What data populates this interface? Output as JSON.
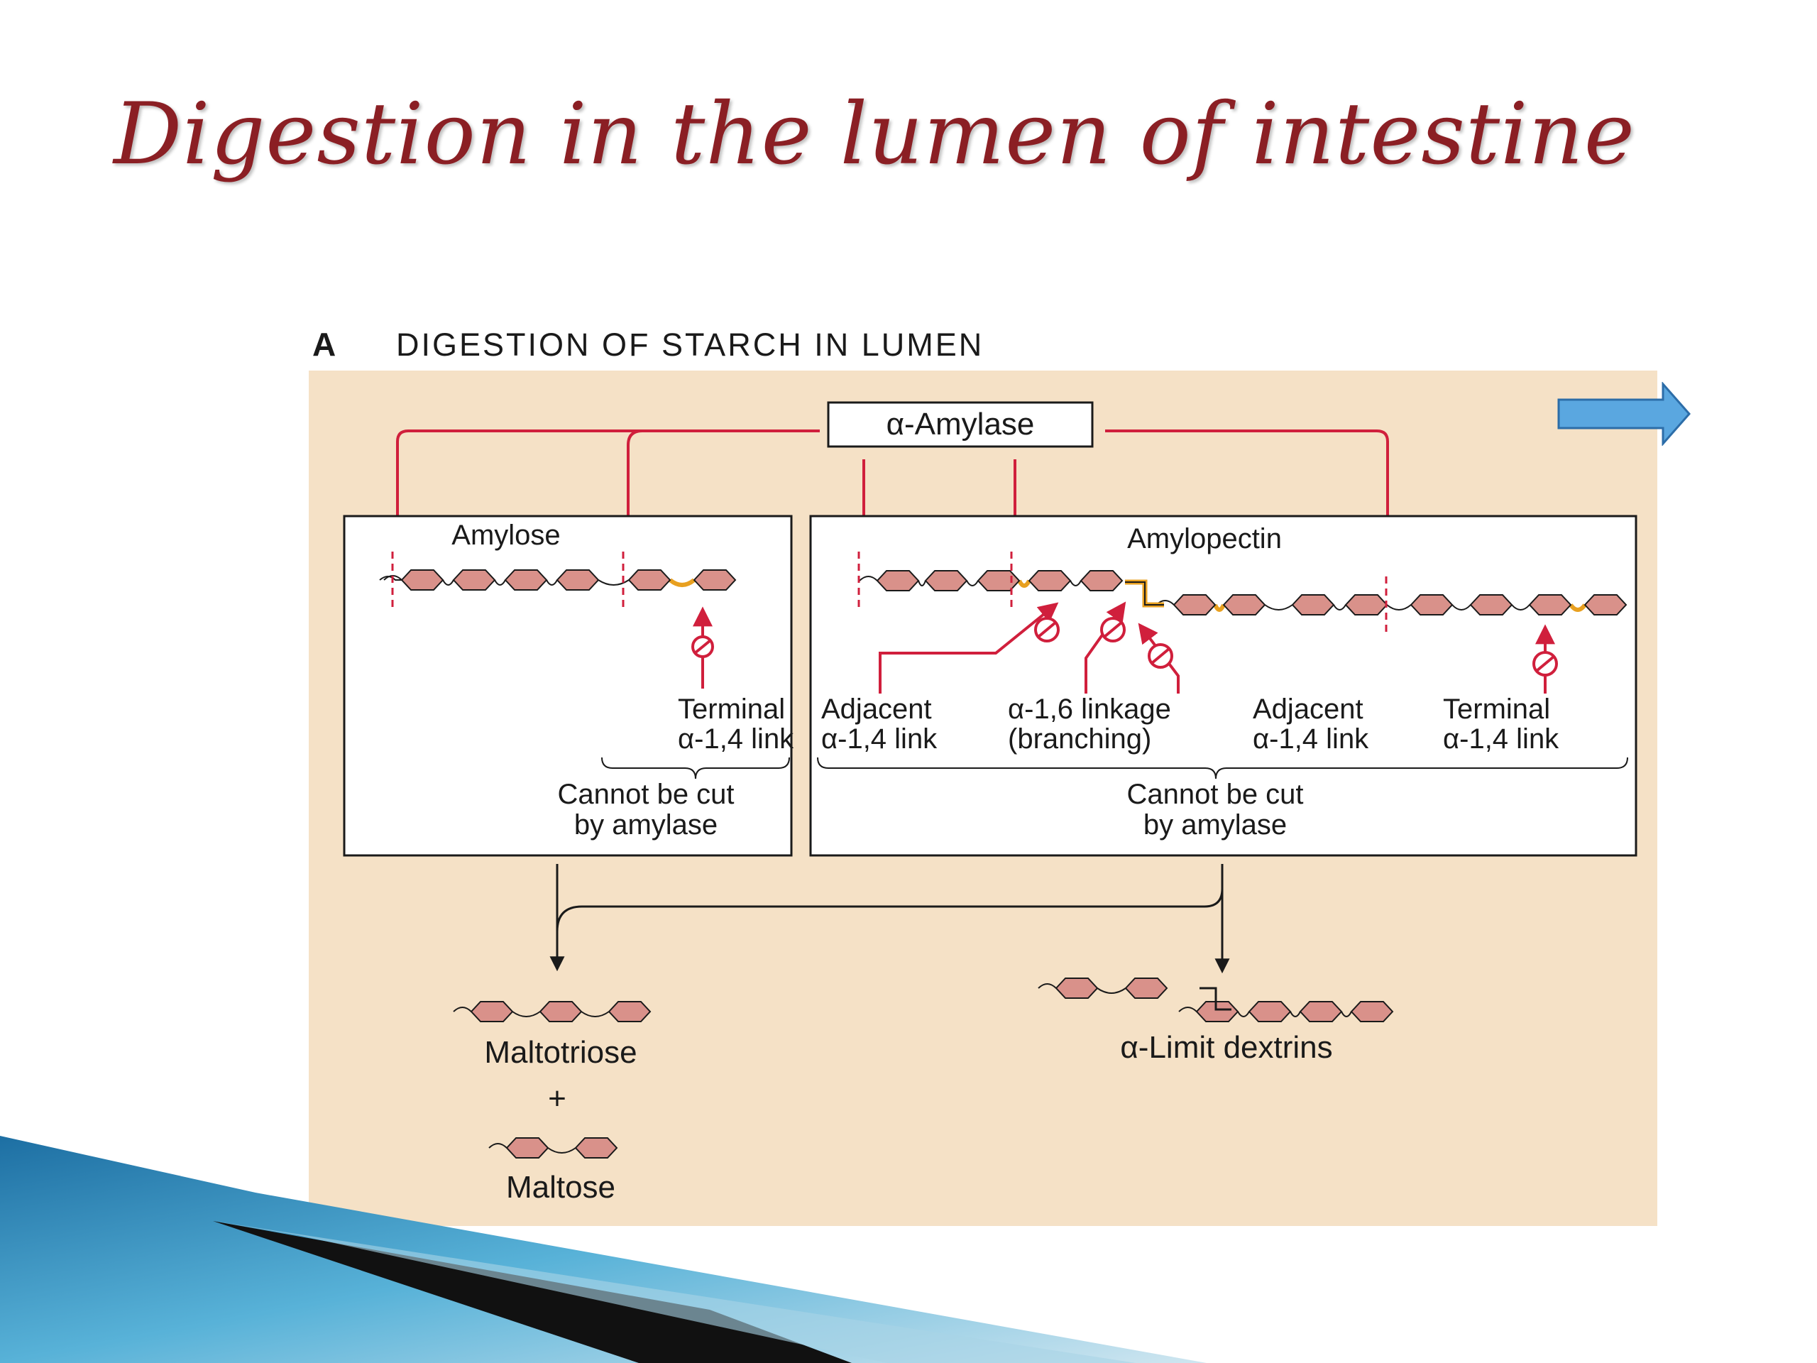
{
  "slide": {
    "title": "Digestion in the lumen of intestine"
  },
  "figure": {
    "letter": "A",
    "title": "DIGESTION OF STARCH IN LUMEN",
    "enzyme_label": "α-Amylase",
    "amylose": {
      "label": "Amylose",
      "terminal_line1": "Terminal",
      "terminal_line2": "α-1,4 link",
      "cannot_line1": "Cannot be cut",
      "cannot_line2": "by amylase"
    },
    "amylopectin": {
      "label": "Amylopectin",
      "adjacent1_line1": "Adjacent",
      "adjacent1_line2": "α-1,4 link",
      "branch_line1": "α-1,6 linkage",
      "branch_line2": "(branching)",
      "adjacent2_line1": "Adjacent",
      "adjacent2_line2": "α-1,4 link",
      "terminal_line1": "Terminal",
      "terminal_line2": "α-1,4 link",
      "cannot_line1": "Cannot be cut",
      "cannot_line2": "by amylase"
    },
    "products": {
      "maltotriose": "Maltotriose",
      "plus": "+",
      "maltose": "Maltose",
      "limit_dextrins": "α-Limit dextrins"
    }
  },
  "colors": {
    "title": "#8b1f24",
    "panel": "#f5e1c6",
    "arrow_red": "#d01f3c",
    "sugar_fill": "#d9918a",
    "link_orange": "#e8a020",
    "nav_arrow": "#5aa7e0"
  },
  "icons": {
    "next_arrow": "arrow-right-icon",
    "inhibit": "no-entry-icon"
  }
}
